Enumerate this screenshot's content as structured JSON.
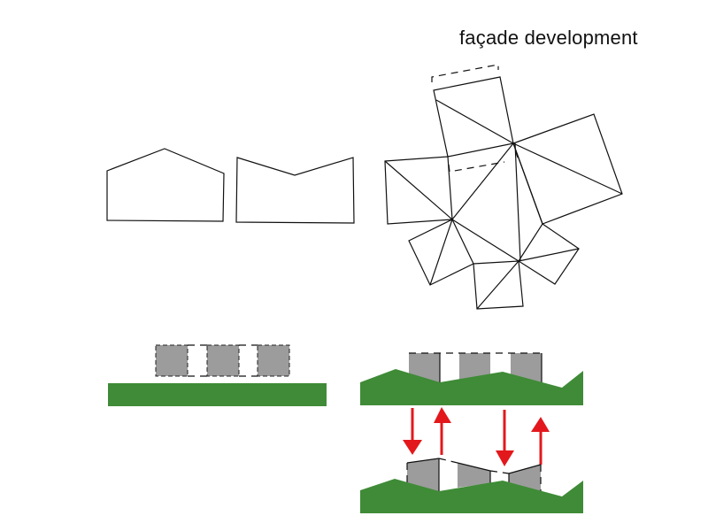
{
  "title": "façade development",
  "colors": {
    "ground": "#3f8b37",
    "block": "#9c9c9c",
    "arrow": "#e3181c",
    "line": "#111111"
  },
  "figures": {
    "profiles": [
      "gable-profile",
      "butterfly-profile"
    ],
    "net": "facade-net",
    "flat_site": {
      "blocks": 3
    },
    "sloped_site_before": {
      "blocks": 3
    },
    "sloped_site_after": {
      "blocks": 3,
      "arrows": [
        "down",
        "up",
        "down",
        "up"
      ]
    }
  }
}
